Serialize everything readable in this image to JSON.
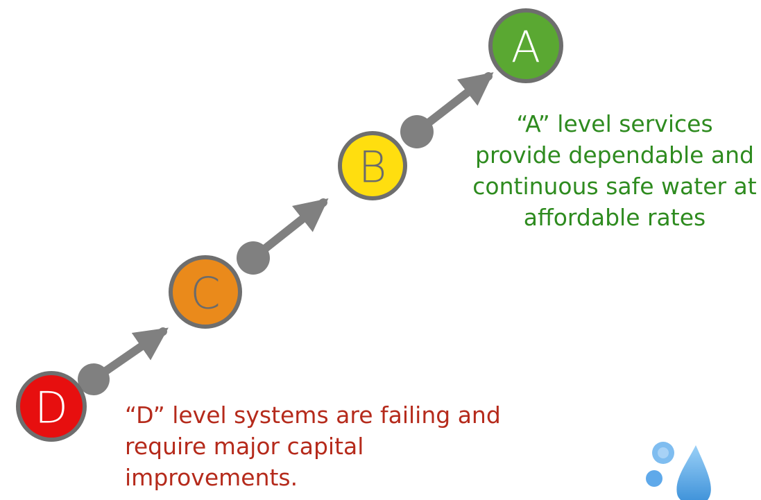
{
  "levels": [
    {
      "letter": "A",
      "color": "#5aa832"
    },
    {
      "letter": "B",
      "color": "#ffde0f"
    },
    {
      "letter": "C",
      "color": "#ea8a1b"
    },
    {
      "letter": "D",
      "color": "#e70f0f"
    }
  ],
  "captions": {
    "a": "“A” level services provide dependable and continuous safe water at affordable rates",
    "d": "“D” level systems are failing and require major capital improvements."
  },
  "style": {
    "ring_color": "#6e6e6e",
    "arrow_color": "#808080",
    "letter_light": "#ffffff",
    "letter_dark": "#6b6b6b",
    "drop_color": "#4a9fe3"
  }
}
